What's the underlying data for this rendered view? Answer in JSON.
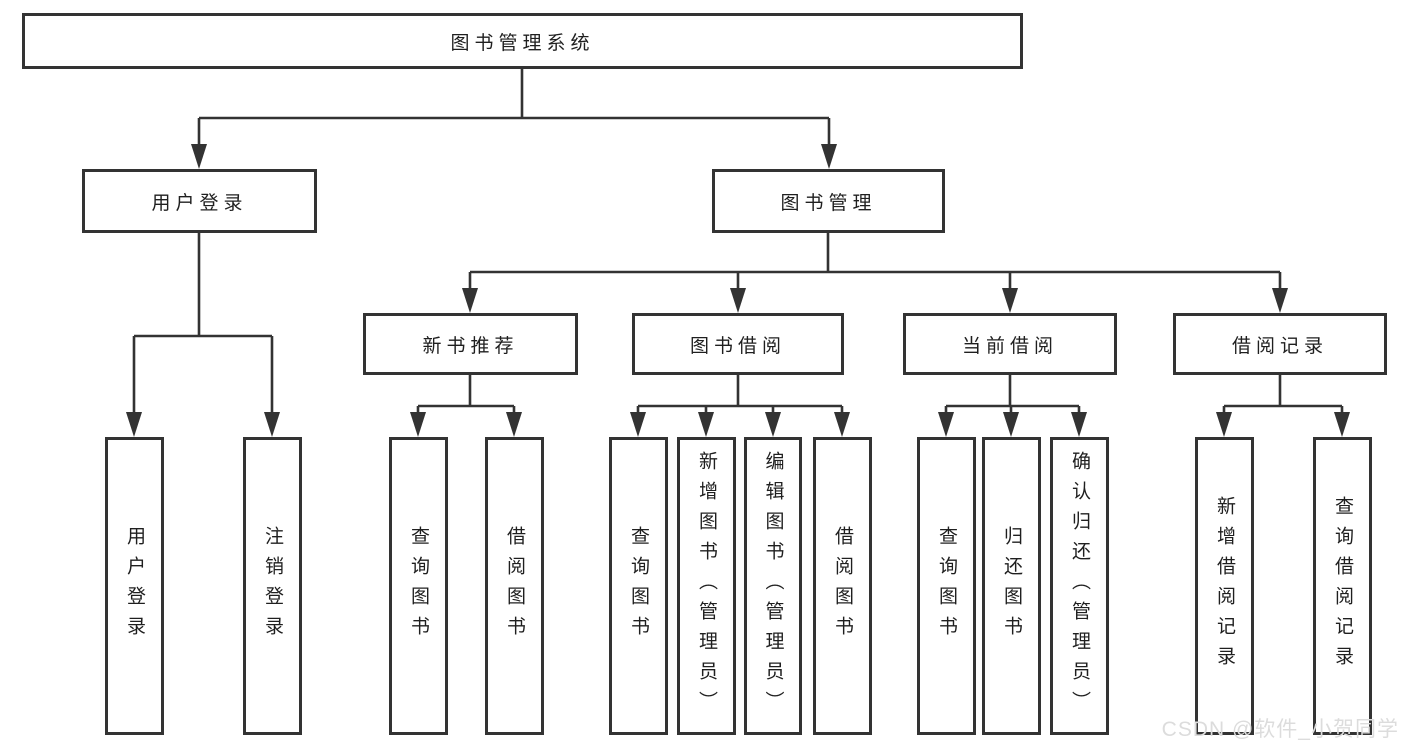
{
  "diagram": {
    "title": "图书管理系统",
    "nodes": {
      "root": "图书管理系统",
      "user_login": "用户登录",
      "book_management": "图书管理",
      "new_book_recommend": "新书推荐",
      "book_borrowing": "图书借阅",
      "current_borrowing": "当前借阅",
      "borrowing_records": "借阅记录",
      "leaf_user_login": "用户登录",
      "leaf_logout_login": "注销登录",
      "leaf_query_books_recommend": "查询图书",
      "leaf_borrow_books_recommend": "借阅图书",
      "leaf_query_books_borrowing": "查询图书",
      "leaf_add_books_admin": "新增图书（管理员）",
      "leaf_edit_books_admin": "编辑图书（管理员）",
      "leaf_borrow_books_borrowing": "借阅图书",
      "leaf_query_books_current": "查询图书",
      "leaf_return_books": "归还图书",
      "leaf_confirm_return_admin": "确认归还（管理员）",
      "leaf_add_borrow_record": "新增借阅记录",
      "leaf_query_borrow_record": "查询借阅记录"
    },
    "hierarchy": {
      "图书管理系统": {
        "用户登录": [
          "用户登录",
          "注销登录"
        ],
        "图书管理": {
          "新书推荐": [
            "查询图书",
            "借阅图书"
          ],
          "图书借阅": [
            "查询图书",
            "新增图书（管理员）",
            "编辑图书（管理员）",
            "借阅图书"
          ],
          "当前借阅": [
            "查询图书",
            "归还图书",
            "确认归还（管理员）"
          ],
          "借阅记录": [
            "新增借阅记录",
            "查询借阅记录"
          ]
        }
      }
    }
  },
  "watermark": {
    "text": "CSDN @软件_小贺同学"
  },
  "colors": {
    "background": "#ffffff",
    "box_border": "#333333",
    "box_bg": "#ffffff",
    "line": "#333333",
    "text": "#1f1f1f",
    "watermark": "#dcdcdc"
  }
}
